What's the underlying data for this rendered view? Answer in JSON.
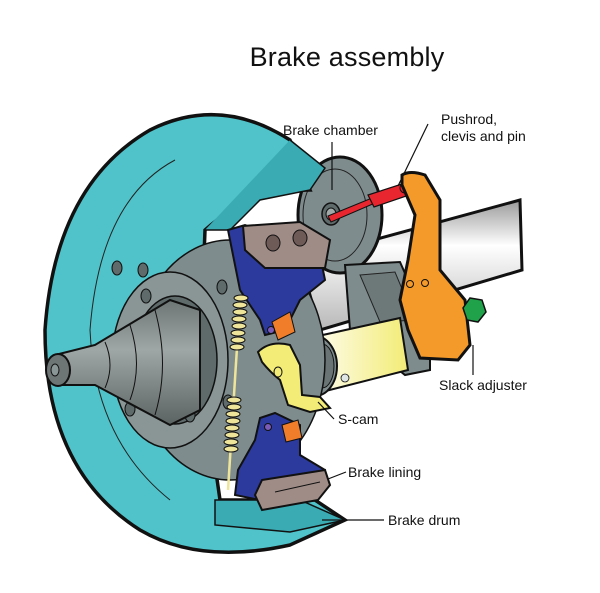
{
  "title": "Brake assembly",
  "labels": {
    "brake_chamber": "Brake chamber",
    "pushrod_line1": "Pushrod,",
    "pushrod_line2": "clevis and pin",
    "slack_adjuster": "Slack adjuster",
    "s_cam": "S-cam",
    "brake_lining": "Brake lining",
    "brake_drum": "Brake drum"
  },
  "colors": {
    "drum": "#4fc3c9",
    "drum_edge": "#3aaab3",
    "hub": "#7f8c8d",
    "hub_dark": "#5f6b6b",
    "shoe": "#2b3a9c",
    "lining": "#a08c86",
    "s_cam": "#f3ec76",
    "slack_adjuster": "#f39a2a",
    "pushrod": "#e8262f",
    "spring": "#efe59a",
    "axle": "#d9d9d9",
    "nut": "#1fa24a",
    "pin_orange": "#f07d2a",
    "pin_purple": "#7a5cb8",
    "outline": "#111111"
  }
}
